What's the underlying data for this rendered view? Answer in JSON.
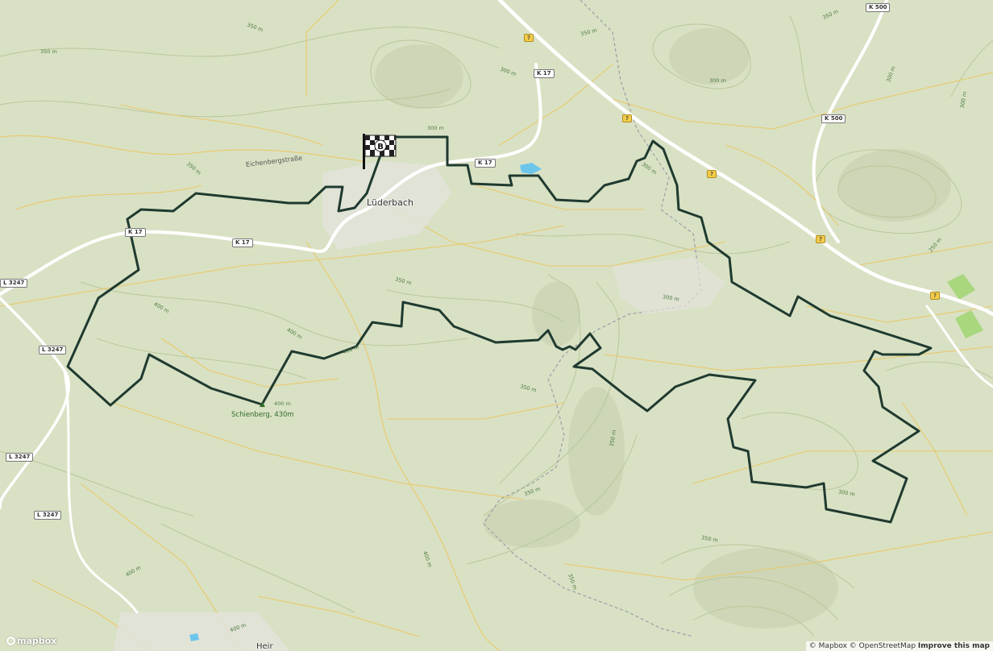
{
  "map": {
    "place": "Lüderbach",
    "street": "Eichenbergstraße",
    "peak": "Schienberg, 430m",
    "finish_marker_letter": "B",
    "road_labels": [
      "K 500",
      "K 17",
      "K 17",
      "K 17",
      "K 17",
      "K 500",
      "L 3247",
      "L 3247",
      "L 3247",
      "L 3247"
    ],
    "yellow_badges": [
      "?",
      "?",
      "?",
      "?",
      "?"
    ],
    "contours": [
      "350 m",
      "350 m",
      "300 m",
      "350 m",
      "300 m",
      "300 m",
      "350 m",
      "300 m",
      "300 m",
      "350 m",
      "400 m",
      "400 m",
      "400 m",
      "400 m",
      "350 m",
      "350 m",
      "300 m",
      "300 m",
      "350 m",
      "400 m",
      "350 m",
      "350 m",
      "250 m",
      "300 m",
      "400 m",
      "400 m",
      "350 m"
    ],
    "town_bottom": "Heir"
  },
  "attribution": {
    "logo": "mapbox",
    "mapbox": "© Mapbox",
    "osm": "© OpenStreetMap",
    "improve": "Improve this map"
  },
  "colors": {
    "background": "#d9e1c4",
    "route": "#1f3a30",
    "minor_road": "#e9c96a",
    "main_road": "#ffffff",
    "water": "#6cc6ec",
    "meadow": "#a8d77e"
  }
}
